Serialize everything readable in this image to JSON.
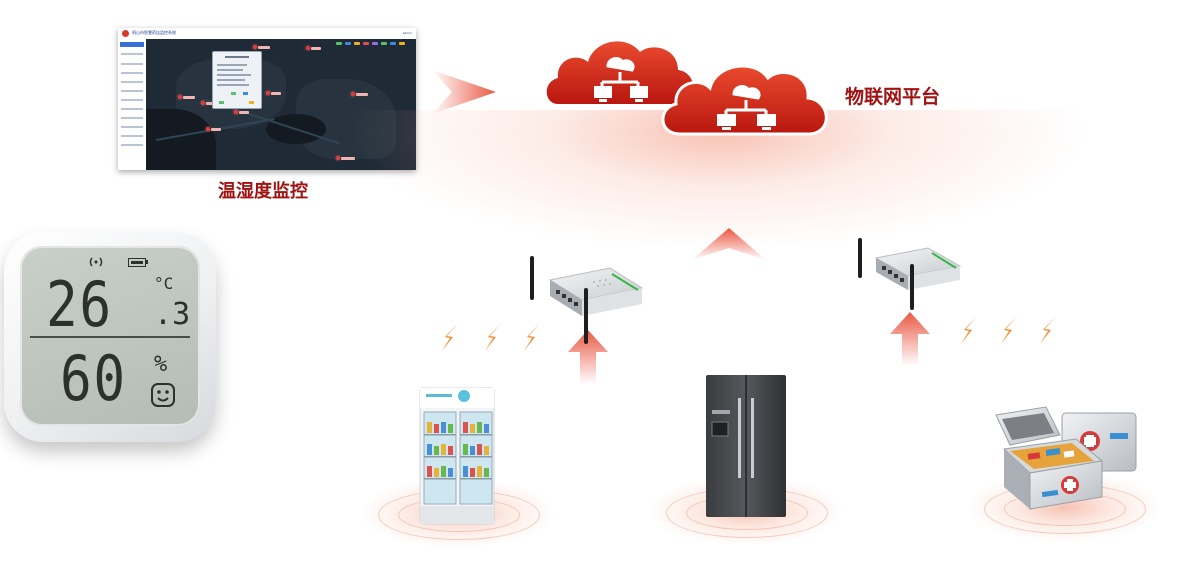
{
  "labels": {
    "monitor": "温湿度监控",
    "iot_platform": "物联网平台"
  },
  "dashboard": {
    "title": "铜山市智慧药店监控系统",
    "user": "admin"
  },
  "sensor": {
    "temperature": "26",
    "temperature_decimal": "3",
    "temperature_unit": "°C",
    "humidity": "60",
    "humidity_unit": "%"
  },
  "colors": {
    "accent_red": "#a01313",
    "cloud_red": "#d8301e",
    "arrow_red": "#e8503a"
  },
  "icons": {
    "cloud": "cloud-network-icon",
    "router": "wifi-router-icon",
    "signal": "lightning-signal-icon",
    "arrow": "arrow-icon"
  }
}
